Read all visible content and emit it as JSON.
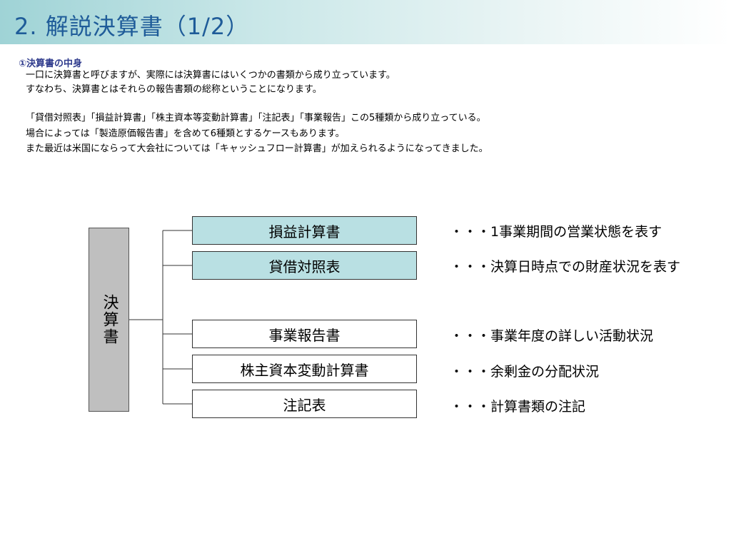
{
  "slide": {
    "title": "2. 解説決算書（1/2）",
    "section_heading": "①決算書の中身",
    "paragraph_lines": [
      "一口に決算書と呼びますが、実際には決算書にはいくつかの書類から成り立っています。",
      "すなわち、決算書とはそれらの報告書類の総称ということになります。",
      "「貸借対照表」「損益計算書」「株主資本等変動計算書」「注記表」「事業報告」この5種類から成り立っている。",
      "場合によっては「製造原価報告書」を含めて6種類とするケースもあります。",
      "また最近は米国にならって大会社については「キャッシュフロー計算書」が加えられるようになってきました。"
    ]
  },
  "diagram": {
    "root_label": "決算書",
    "nodes": [
      {
        "label": "損益計算書",
        "description": "・・・1事業期間の営業状態を表す",
        "highlight": true
      },
      {
        "label": "貸借対照表",
        "description": "・・・決算日時点での財産状況を表す",
        "highlight": true
      },
      {
        "label": "事業報告書",
        "description": "・・・事業年度の詳しい活動状況",
        "highlight": false
      },
      {
        "label": "株主資本変動計算書",
        "description": "・・・余剰金の分配状況",
        "highlight": false
      },
      {
        "label": "注記表",
        "description": "・・・計算書類の注記",
        "highlight": false
      }
    ],
    "colors": {
      "root_fill": "#bfbfbf",
      "highlight_fill": "#b9e0e3",
      "title_color": "#1f5c99",
      "heading_color": "#2e3a8c"
    }
  }
}
